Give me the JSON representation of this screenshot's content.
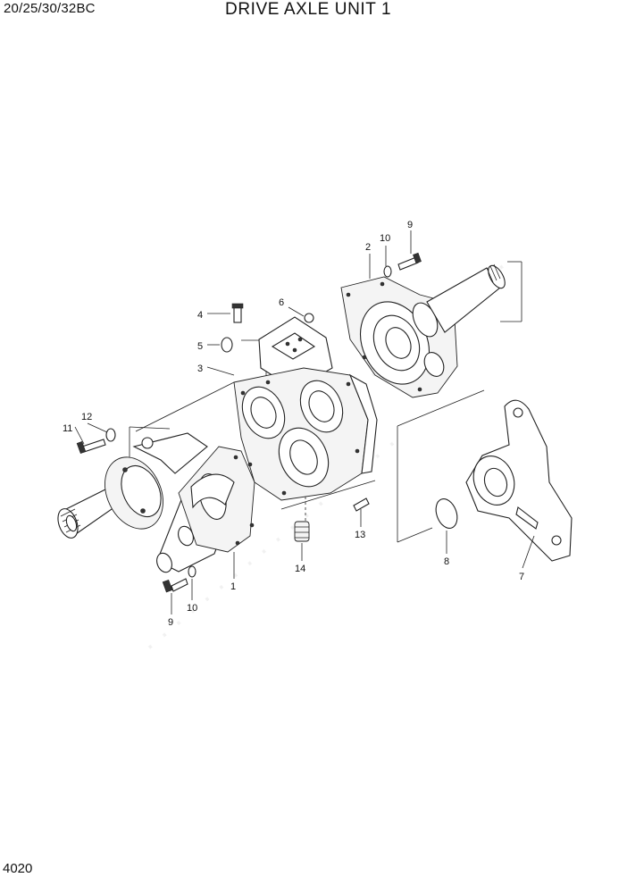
{
  "header": {
    "model": "20/25/30/32BC",
    "title": "DRIVE AXLE UNIT 1"
  },
  "footer": {
    "page_number": "4020"
  },
  "callouts": {
    "c1": "1",
    "c2": "2",
    "c3": "3",
    "c4": "4",
    "c5": "5",
    "c6": "6",
    "c7": "7",
    "c8": "8",
    "c9a": "9",
    "c9b": "9",
    "c10a": "10",
    "c10b": "10",
    "c11": "11",
    "c12": "12",
    "c13": "13",
    "c14": "14"
  }
}
